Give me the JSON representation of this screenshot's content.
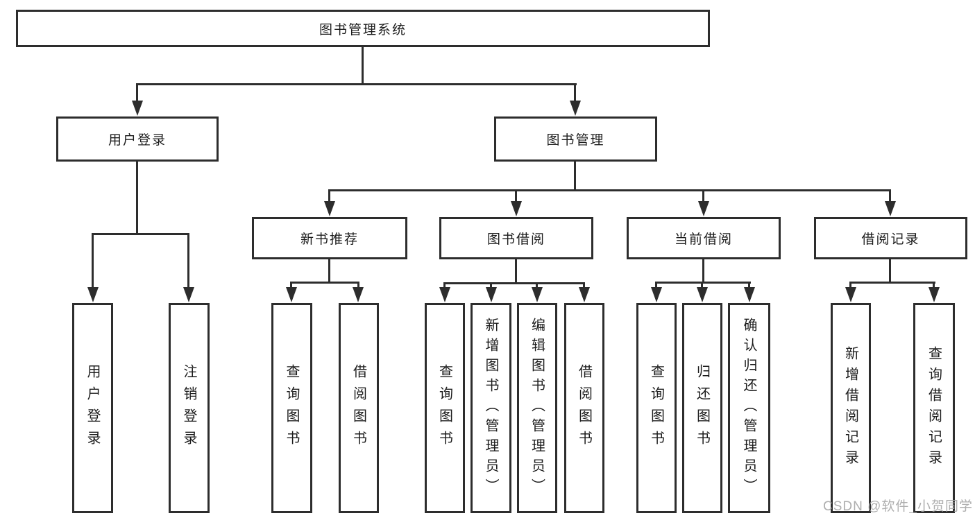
{
  "tree": {
    "root": "图书管理系统",
    "user_login": {
      "label": "用户登录",
      "children": {
        "login": "用户登录",
        "logout": "注销登录"
      }
    },
    "book_mgmt": {
      "label": "图书管理",
      "children": {
        "new_rec": {
          "label": "新书推荐",
          "children": {
            "query": "查询图书",
            "borrow": "借阅图书"
          }
        },
        "borrow": {
          "label": "图书借阅",
          "children": {
            "query": "查询图书",
            "add": "新增图书（管理员）",
            "edit": "编辑图书（管理员）",
            "borrow": "借阅图书"
          }
        },
        "current": {
          "label": "当前借阅",
          "children": {
            "query": "查询图书",
            "return": "归还图书",
            "confirm": "确认归还（管理员）"
          }
        },
        "records": {
          "label": "借阅记录",
          "children": {
            "add": "新增借阅记录",
            "query": "查询借阅记录"
          }
        }
      }
    }
  },
  "watermark": "CSDN @软件_小贺同学",
  "colors": {
    "line": "#2d2d2d",
    "text": "#1c1c1c",
    "background": "#ffffff",
    "watermark": "#a6a6a6"
  }
}
